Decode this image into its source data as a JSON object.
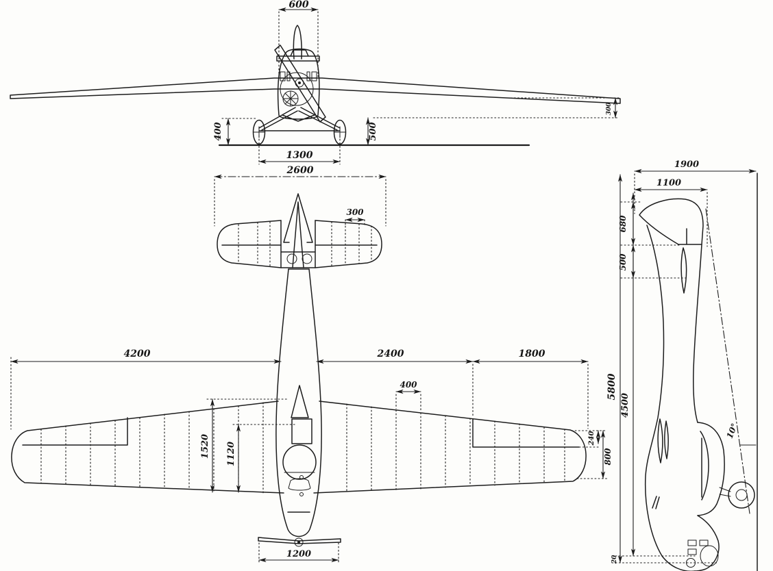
{
  "dims": {
    "front": {
      "hub_width": "600",
      "left_gear_height": "400",
      "right_gear_height": "500",
      "wheel_track": "1300",
      "wingtip_rise": "300"
    },
    "plan": {
      "tailplane_span": "2600",
      "tail_rib_spacing": "300",
      "left_panel": "4200",
      "inner_panel": "2400",
      "outer_panel": "1800",
      "rib_spacing": "400",
      "root_chord": "1520",
      "aileron_station": "1120",
      "tip_edge": "240",
      "tip_chord": "800",
      "prop_diameter": "1200"
    },
    "side": {
      "tail_span": "1900",
      "tailplane_chord": "1100",
      "fin_chord": "680",
      "rudder_chord": "500",
      "overall_length": "5800",
      "aft_length": "4500",
      "ground_angle": "10°",
      "clearance": "20"
    }
  }
}
